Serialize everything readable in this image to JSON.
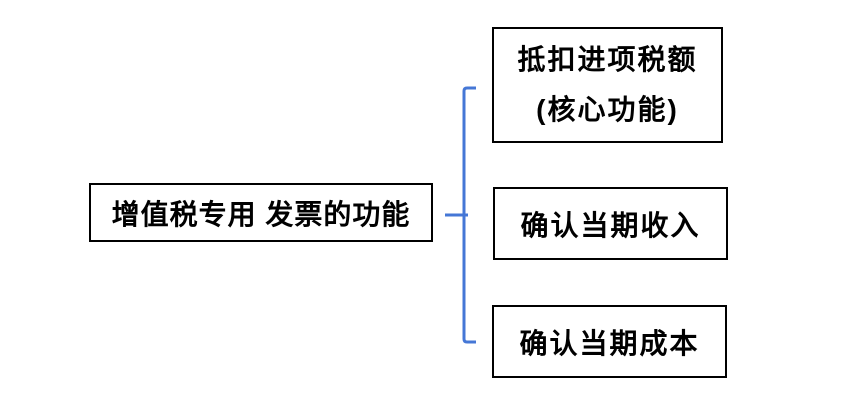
{
  "diagram": {
    "root": {
      "label": "增值税专用 发票的功能"
    },
    "children": [
      {
        "lines": [
          "抵扣进项税额",
          "(核心功能)"
        ]
      },
      {
        "lines": [
          "确认当期收入"
        ]
      },
      {
        "lines": [
          "确认当期成本"
        ]
      }
    ]
  },
  "colors": {
    "connector_blue": "#4577D6",
    "box_border": "#000000",
    "text_color": "#000000",
    "background": "#FFFFFF"
  }
}
